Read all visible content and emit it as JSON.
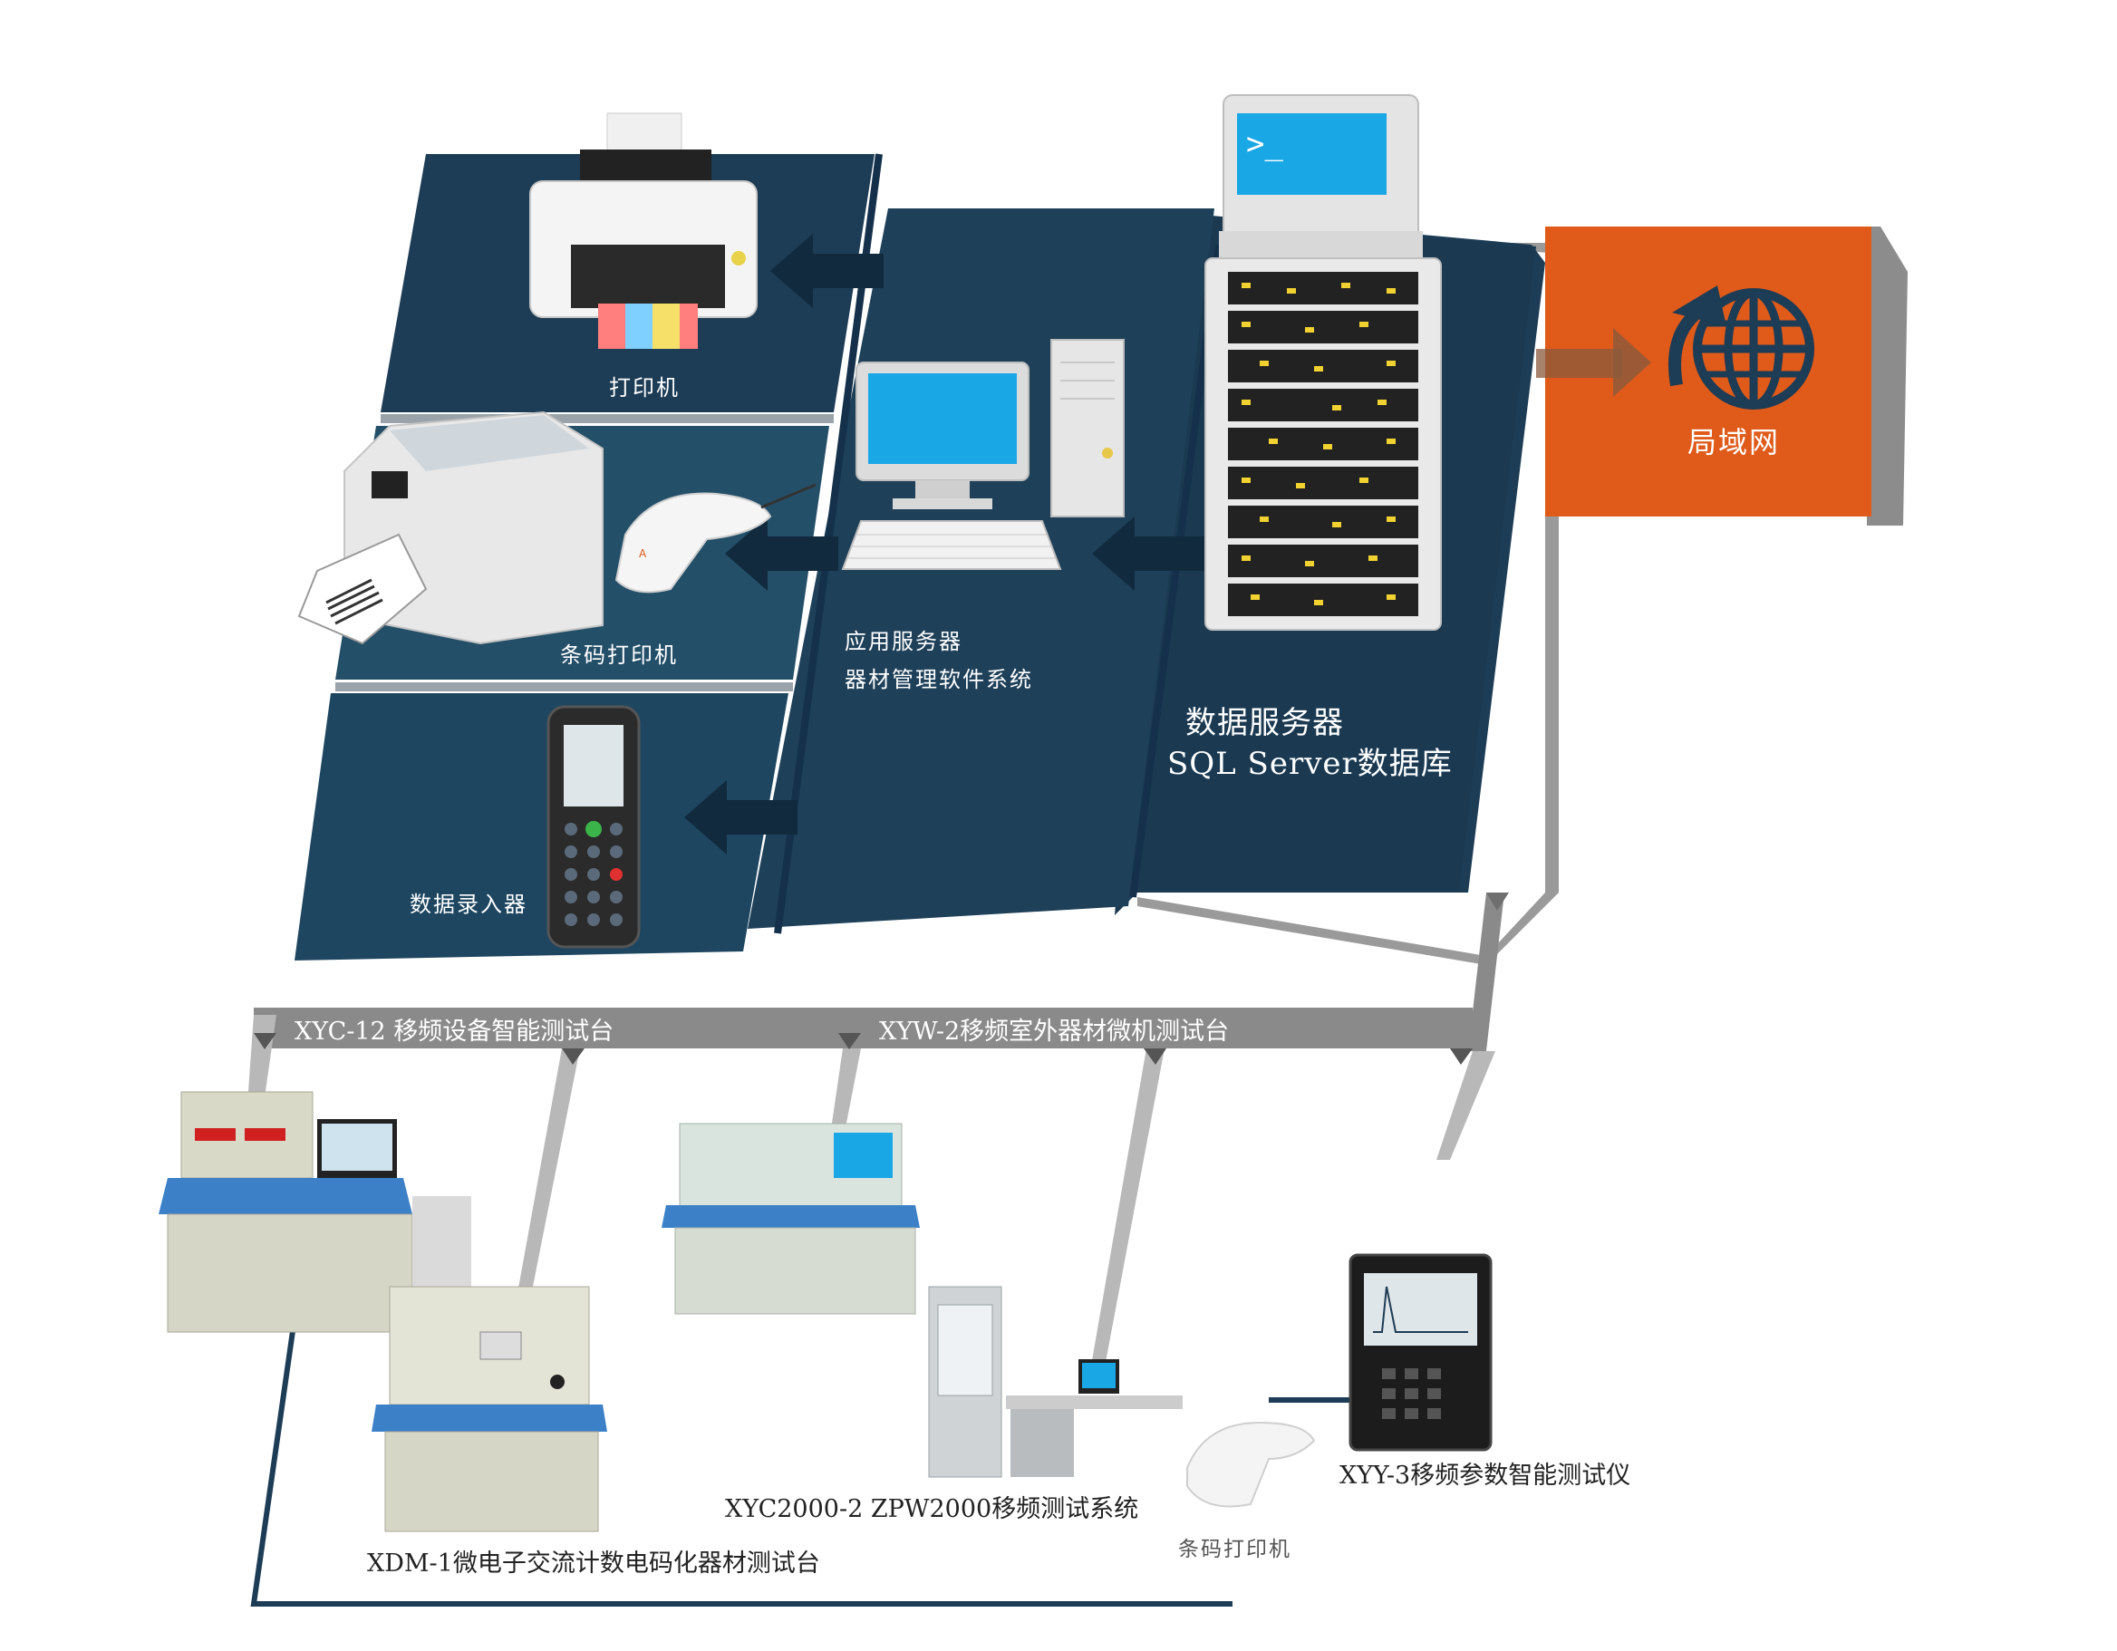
{
  "colors": {
    "panel_dark": "#1d3c55",
    "panel_mid": "#24506b",
    "bus_grey": "#8a8a8a",
    "lan_orange": "#e05a1a",
    "line_navy": "#1d3c55"
  },
  "nodes": {
    "printer": {
      "label": "打印机",
      "icon": "printer-icon"
    },
    "barcode_printer": {
      "label": "条码打印机",
      "icon": "barcode-printer-icon"
    },
    "data_entry": {
      "label": "数据录入器",
      "icon": "handheld-terminal-icon"
    },
    "app_server": {
      "label_line1": "应用服务器",
      "label_line2": "器材管理软件系统",
      "icon": "desktop-computer-icon"
    },
    "db_server": {
      "label_line1": "数据服务器",
      "label_line2": "SQL Server数据库",
      "icon": "server-rack-icon"
    },
    "lan": {
      "label": "局域网",
      "icon": "globe-icon"
    }
  },
  "bus": {
    "label_left": "XYC-12  移频设备智能测试台",
    "label_right": "XYW-2移频室外器材微机测试台"
  },
  "devices": {
    "xdm1": {
      "label": "XDM-1微电子交流计数电码化器材测试台"
    },
    "xyc2000": {
      "label": "XYC2000-2 ZPW2000移频测试系统"
    },
    "barcode_printer_2": {
      "label": "条码打印机"
    },
    "xyy3": {
      "label": "XYY-3移频参数智能测试仪"
    }
  }
}
